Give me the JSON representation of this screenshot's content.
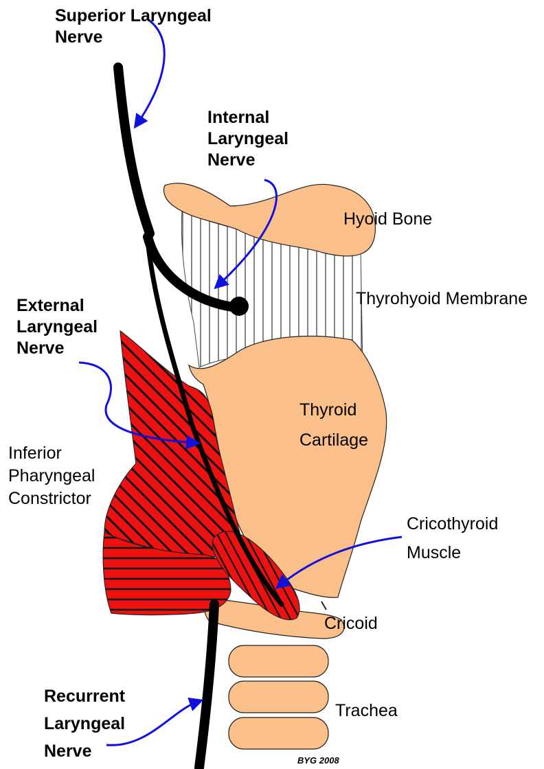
{
  "labels": {
    "superior_laryngeal_nerve": [
      "Superior Laryngeal",
      "Nerve"
    ],
    "internal_laryngeal_nerve": [
      "Internal",
      "Laryngeal",
      "Nerve"
    ],
    "external_laryngeal_nerve": [
      "External",
      "Laryngeal",
      "Nerve"
    ],
    "recurrent_laryngeal_nerve": [
      "Recurrent",
      "Laryngeal",
      "Nerve"
    ],
    "hyoid_bone": "Hyoid Bone",
    "thyrohyoid_membrane": "Thyrohyoid Membrane",
    "thyroid_cartilage": [
      "Thyroid",
      "Cartilage"
    ],
    "inferior_pharyngeal_constrictor": [
      "Inferior",
      "Pharyngeal",
      "Constrictor"
    ],
    "cricothyroid_muscle": [
      "Cricothyroid",
      "Muscle"
    ],
    "cricoid": "Cricoid",
    "trachea": "Trachea"
  },
  "credit": "BYG 2008",
  "colors": {
    "cartilage": "#FBBF8A",
    "muscle": "#EE1111",
    "nerve": "#000000",
    "pointer_arrow": "#1010E0",
    "outline": "#222222"
  }
}
